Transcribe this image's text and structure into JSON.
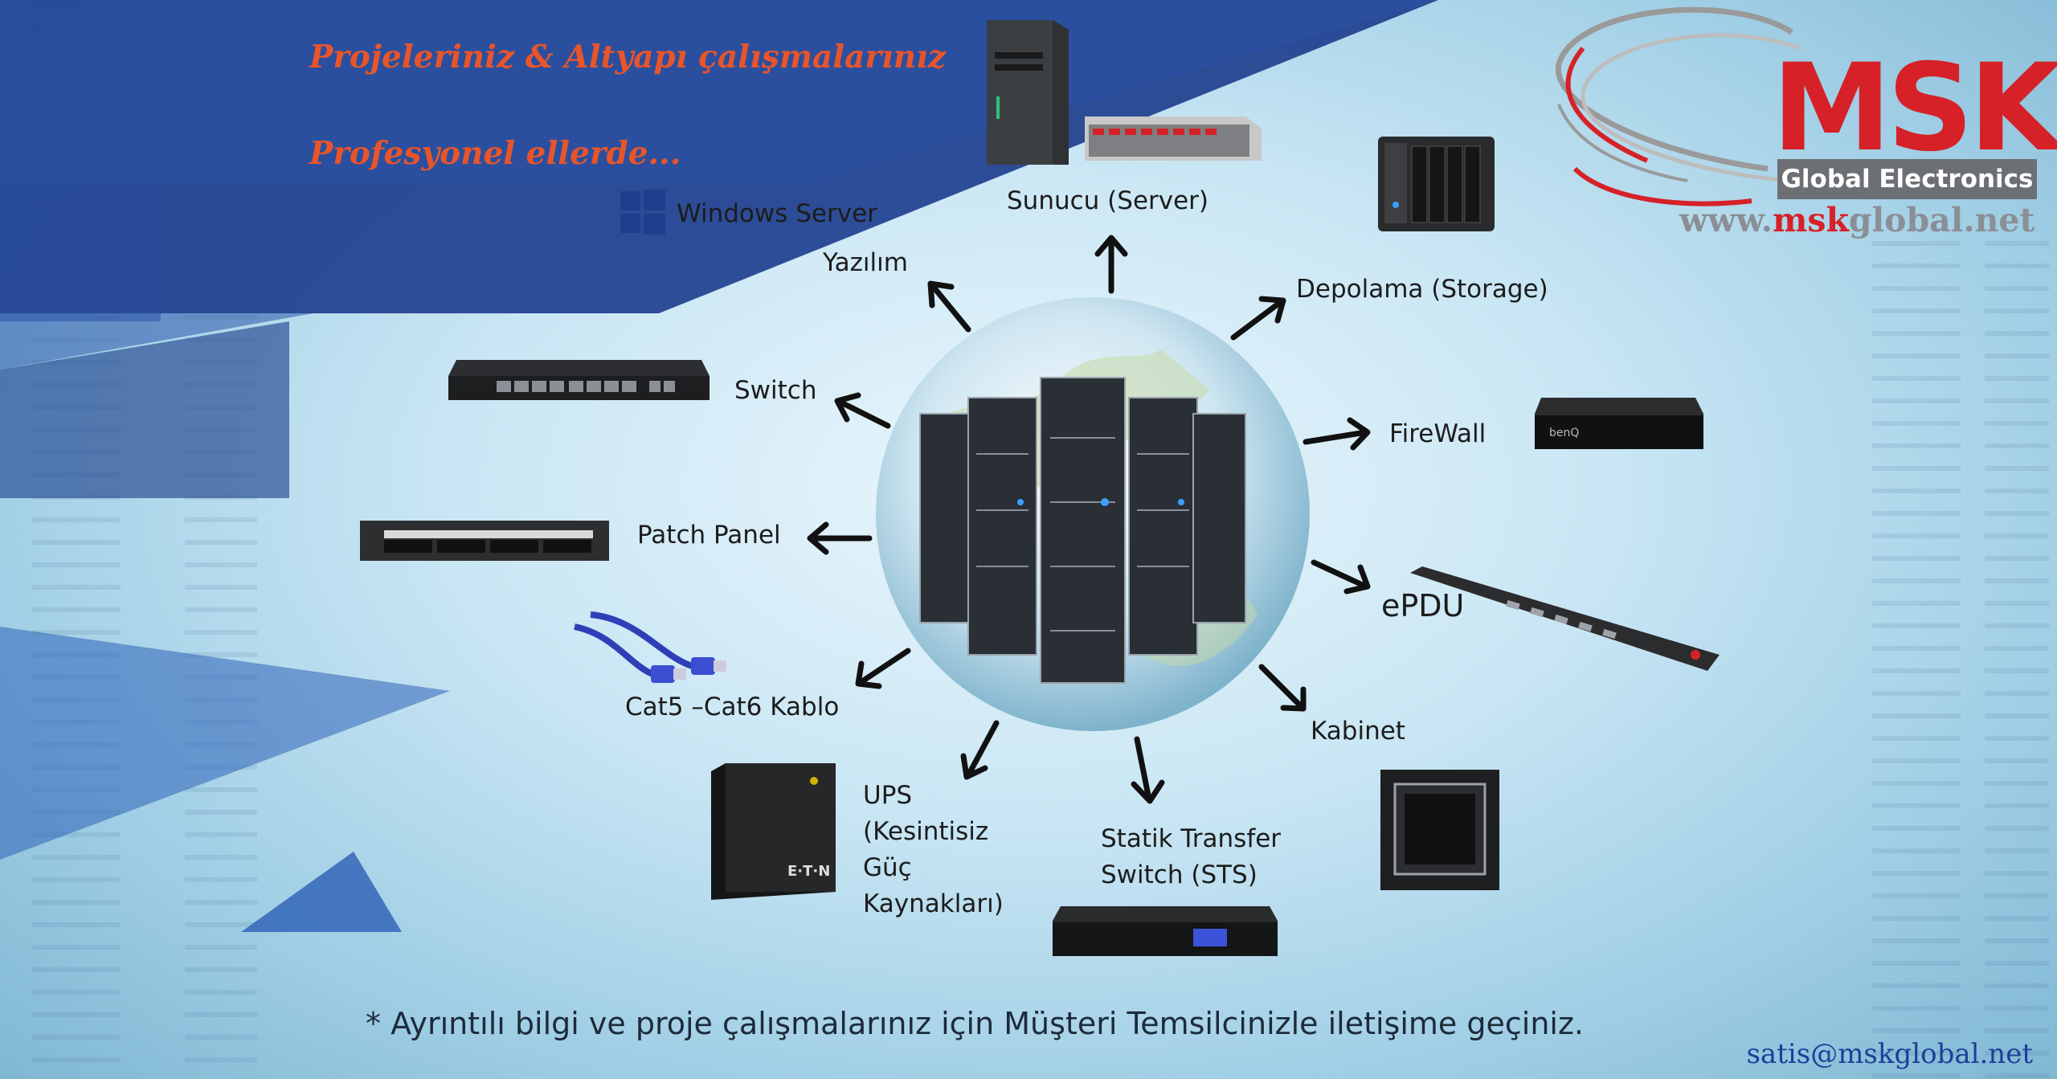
{
  "headline": {
    "line1": "Projeleriniz & Altyapı çalışmalarınız",
    "line2": "Profesyonel ellerde..."
  },
  "brand": {
    "logo": "MSK",
    "tagline": "Global Electronics",
    "website_prefix": "www.",
    "website_highlight": "msk",
    "website_suffix": "global.net",
    "email": "satis@mskglobal.net"
  },
  "windows_server": "Windows Server",
  "items": {
    "server": "Sunucu (Server)",
    "software": "Yazılım",
    "storage": "Depolama (Storage)",
    "switch": "Switch",
    "firewall": "FireWall",
    "patch_panel": "Patch Panel",
    "epdu": "ePDU",
    "cable": "Cat5 –Cat6 Kablo",
    "cabinet": "Kabinet",
    "ups": [
      "UPS",
      "(Kesintisiz",
      "Güç",
      "Kaynakları)"
    ],
    "sts": [
      "Statik Transfer",
      "Switch (STS)"
    ]
  },
  "footer": "* Ayrıntılı bilgi ve proje çalışmalarınız için Müşteri Temsilcinizle iletişime geçiniz.",
  "colors": {
    "accent": "#e8552a",
    "brand_red": "#d62128",
    "navy": "#1b3f8f"
  }
}
